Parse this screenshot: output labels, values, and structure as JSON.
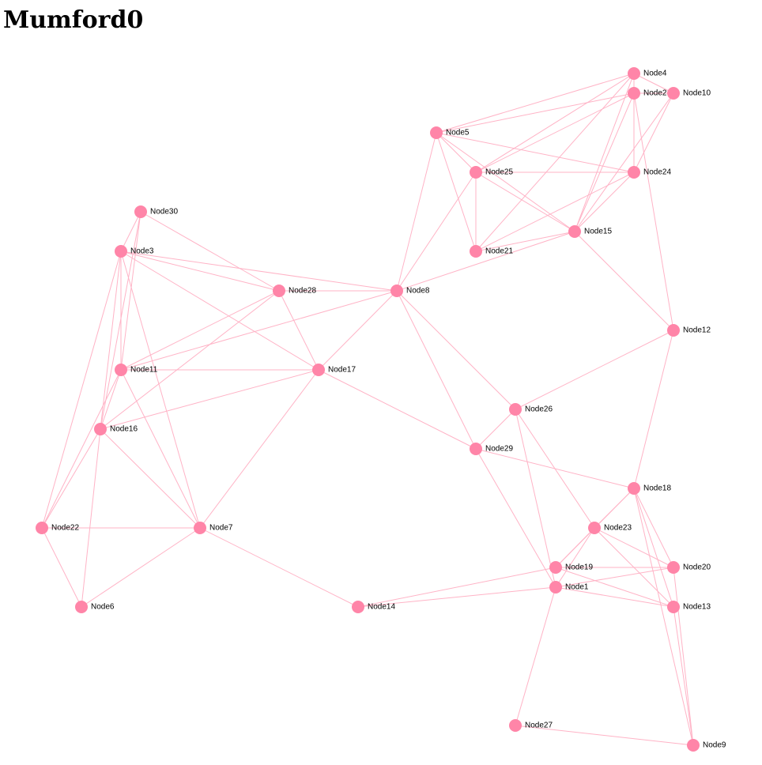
{
  "title": "Mumford0",
  "colors": {
    "node": "#ff85a8",
    "edge": "#ffb3c6"
  },
  "nodes": [
    "Node1",
    "Node2",
    "Node3",
    "Node4",
    "Node5",
    "Node6",
    "Node7",
    "Node8",
    "Node9",
    "Node10",
    "Node11",
    "Node12",
    "Node13",
    "Node14",
    "Node15",
    "Node16",
    "Node17",
    "Node18",
    "Node19",
    "Node20",
    "Node21",
    "Node22",
    "Node23",
    "Node24",
    "Node25",
    "Node26",
    "Node27",
    "Node28",
    "Node29",
    "Node30"
  ],
  "edges": [
    [
      "Node4",
      "Node2"
    ],
    [
      "Node4",
      "Node10"
    ],
    [
      "Node4",
      "Node5"
    ],
    [
      "Node4",
      "Node25"
    ],
    [
      "Node4",
      "Node24"
    ],
    [
      "Node4",
      "Node15"
    ],
    [
      "Node4",
      "Node21"
    ],
    [
      "Node2",
      "Node5"
    ],
    [
      "Node2",
      "Node10"
    ],
    [
      "Node2",
      "Node25"
    ],
    [
      "Node2",
      "Node24"
    ],
    [
      "Node2",
      "Node15"
    ],
    [
      "Node2",
      "Node12"
    ],
    [
      "Node10",
      "Node24"
    ],
    [
      "Node10",
      "Node15"
    ],
    [
      "Node5",
      "Node25"
    ],
    [
      "Node5",
      "Node24"
    ],
    [
      "Node5",
      "Node21"
    ],
    [
      "Node5",
      "Node15"
    ],
    [
      "Node5",
      "Node8"
    ],
    [
      "Node25",
      "Node24"
    ],
    [
      "Node25",
      "Node21"
    ],
    [
      "Node25",
      "Node15"
    ],
    [
      "Node25",
      "Node8"
    ],
    [
      "Node24",
      "Node15"
    ],
    [
      "Node24",
      "Node21"
    ],
    [
      "Node21",
      "Node15"
    ],
    [
      "Node15",
      "Node8"
    ],
    [
      "Node15",
      "Node12"
    ],
    [
      "Node30",
      "Node3"
    ],
    [
      "Node30",
      "Node28"
    ],
    [
      "Node30",
      "Node16"
    ],
    [
      "Node30",
      "Node11"
    ],
    [
      "Node3",
      "Node28"
    ],
    [
      "Node3",
      "Node8"
    ],
    [
      "Node3",
      "Node17"
    ],
    [
      "Node3",
      "Node11"
    ],
    [
      "Node3",
      "Node16"
    ],
    [
      "Node3",
      "Node22"
    ],
    [
      "Node3",
      "Node7"
    ],
    [
      "Node28",
      "Node8"
    ],
    [
      "Node28",
      "Node17"
    ],
    [
      "Node28",
      "Node11"
    ],
    [
      "Node28",
      "Node16"
    ],
    [
      "Node8",
      "Node11"
    ],
    [
      "Node8",
      "Node17"
    ],
    [
      "Node8",
      "Node26"
    ],
    [
      "Node8",
      "Node29"
    ],
    [
      "Node11",
      "Node17"
    ],
    [
      "Node11",
      "Node16"
    ],
    [
      "Node11",
      "Node22"
    ],
    [
      "Node11",
      "Node7"
    ],
    [
      "Node17",
      "Node16"
    ],
    [
      "Node17",
      "Node7"
    ],
    [
      "Node17",
      "Node29"
    ],
    [
      "Node16",
      "Node22"
    ],
    [
      "Node16",
      "Node6"
    ],
    [
      "Node16",
      "Node7"
    ],
    [
      "Node22",
      "Node7"
    ],
    [
      "Node22",
      "Node6"
    ],
    [
      "Node7",
      "Node6"
    ],
    [
      "Node7",
      "Node14"
    ],
    [
      "Node12",
      "Node26"
    ],
    [
      "Node12",
      "Node18"
    ],
    [
      "Node26",
      "Node29"
    ],
    [
      "Node26",
      "Node23"
    ],
    [
      "Node26",
      "Node1"
    ],
    [
      "Node29",
      "Node18"
    ],
    [
      "Node29",
      "Node1"
    ],
    [
      "Node18",
      "Node23"
    ],
    [
      "Node18",
      "Node19"
    ],
    [
      "Node18",
      "Node20"
    ],
    [
      "Node18",
      "Node13"
    ],
    [
      "Node18",
      "Node9"
    ],
    [
      "Node23",
      "Node19"
    ],
    [
      "Node23",
      "Node1"
    ],
    [
      "Node23",
      "Node20"
    ],
    [
      "Node23",
      "Node13"
    ],
    [
      "Node19",
      "Node14"
    ],
    [
      "Node19",
      "Node20"
    ],
    [
      "Node19",
      "Node13"
    ],
    [
      "Node1",
      "Node14"
    ],
    [
      "Node1",
      "Node20"
    ],
    [
      "Node1",
      "Node13"
    ],
    [
      "Node1",
      "Node27"
    ],
    [
      "Node20",
      "Node9"
    ],
    [
      "Node13",
      "Node9"
    ],
    [
      "Node27",
      "Node9"
    ]
  ]
}
